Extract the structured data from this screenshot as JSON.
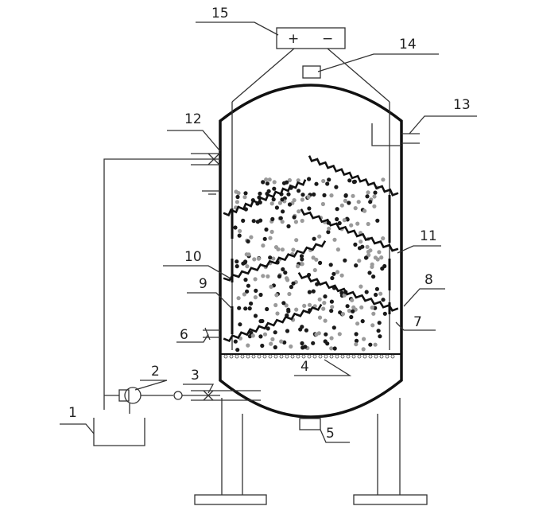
{
  "diagram": {
    "power_supply": {
      "plus": "+",
      "minus": "−"
    },
    "labels": [
      "1",
      "2",
      "3",
      "4",
      "5",
      "6",
      "7",
      "8",
      "9",
      "10",
      "11",
      "12",
      "13",
      "14",
      "15"
    ],
    "colors": {
      "line": "#111111",
      "particle_dark": "#1a1a1a",
      "particle_light": "#9a9a9a"
    }
  }
}
